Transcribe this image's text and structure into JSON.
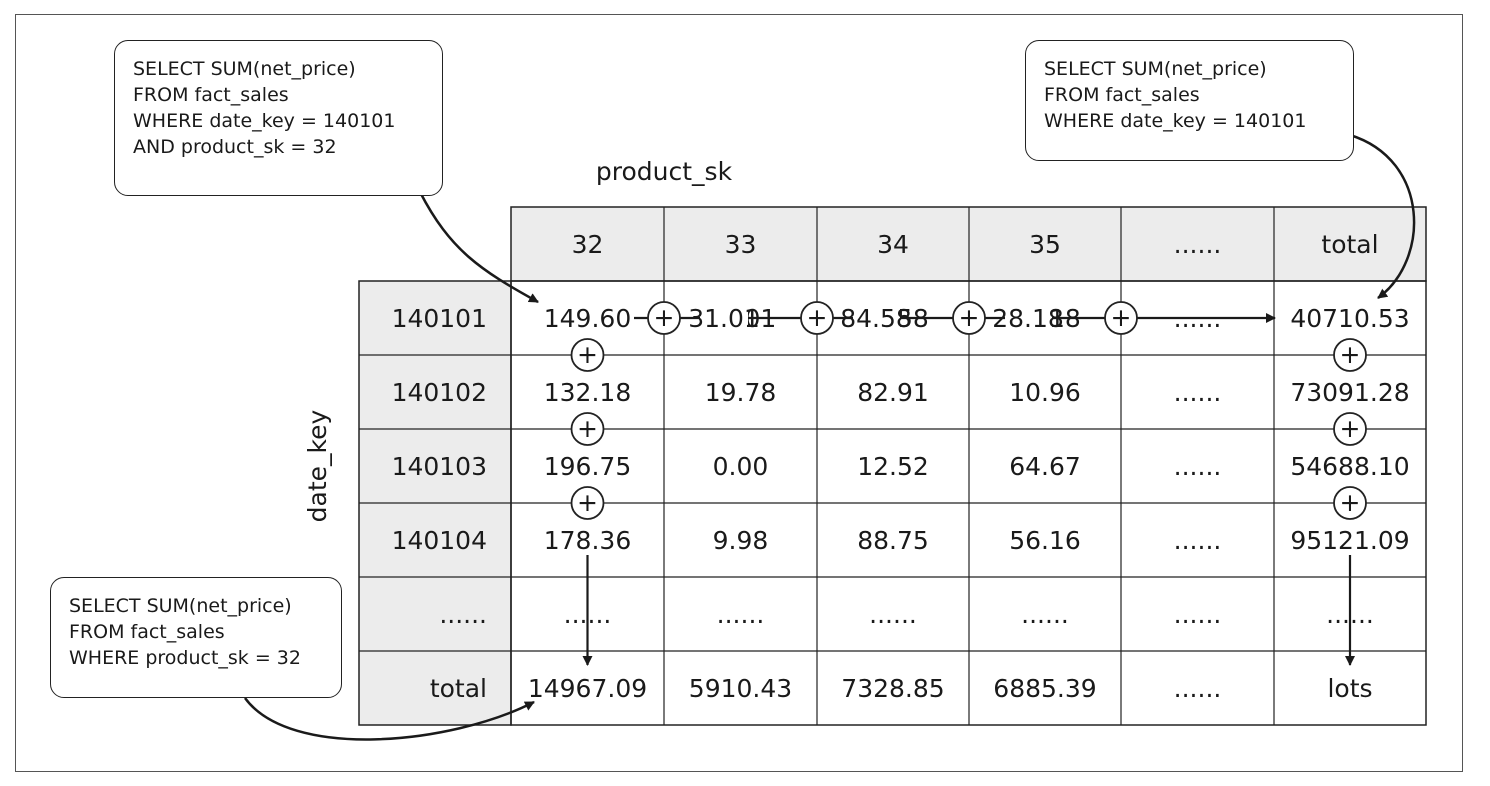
{
  "axis": {
    "column_title": "product_sk",
    "row_title": "date_key"
  },
  "table": {
    "columns": [
      "32",
      "33",
      "34",
      "35",
      "......",
      "total"
    ],
    "rows": [
      {
        "key": "140101",
        "cells": [
          "149.60",
          "31.01",
          "84.58",
          "28.18",
          "......",
          "40710.53"
        ]
      },
      {
        "key": "140102",
        "cells": [
          "132.18",
          "19.78",
          "82.91",
          "10.96",
          "......",
          "73091.28"
        ]
      },
      {
        "key": "140103",
        "cells": [
          "196.75",
          "0.00",
          "12.52",
          "64.67",
          "......",
          "54688.10"
        ]
      },
      {
        "key": "140104",
        "cells": [
          "178.36",
          "9.98",
          "88.75",
          "56.16",
          "......",
          "95121.09"
        ]
      },
      {
        "key": "......",
        "cells": [
          "......",
          "......",
          "......",
          "......",
          "......",
          "......"
        ]
      },
      {
        "key": "total",
        "cells": [
          "14967.09",
          "5910.43",
          "7328.85",
          "6885.39",
          "......",
          "lots"
        ]
      }
    ]
  },
  "plus_symbol": "+",
  "callouts": {
    "top_left": [
      "SELECT SUM(net_price)",
      "FROM fact_sales",
      "WHERE date_key = 140101",
      "AND product_sk = 32"
    ],
    "top_right": [
      "SELECT SUM(net_price)",
      "FROM fact_sales",
      "WHERE date_key = 140101"
    ],
    "bottom_left": [
      "SELECT SUM(net_price)",
      "FROM fact_sales",
      "WHERE product_sk = 32"
    ]
  },
  "colors": {
    "header_fill": "#ececec",
    "border": "#222222",
    "text": "#1a1a1a"
  }
}
